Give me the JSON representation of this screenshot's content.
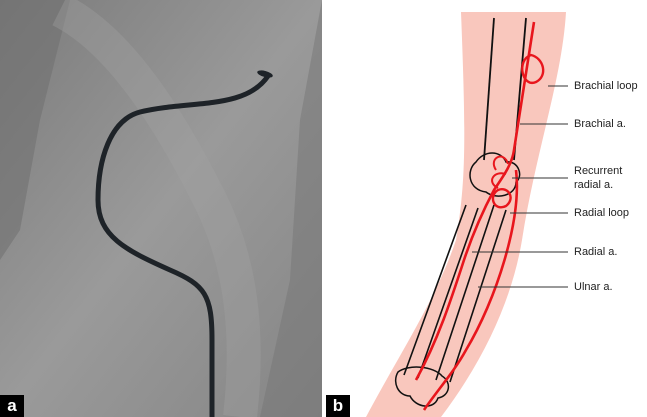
{
  "panels": {
    "a": {
      "letter": "a"
    },
    "b": {
      "letter": "b"
    }
  },
  "labels": {
    "brachial_loop": "Brachial loop",
    "brachial_artery": "Brachial a.",
    "recurrent_radial_line1": "Recurrent",
    "recurrent_radial_line2": "radial a.",
    "radial_loop": "Radial loop",
    "radial_artery": "Radial a.",
    "ulnar_artery": "Ulnar a."
  },
  "colors": {
    "artery": "#e8161d",
    "bone_outline": "#111111",
    "arm_skin": "#f9c7bd",
    "xray_background": "#8c8c8c",
    "catheter": "#1e2328"
  }
}
